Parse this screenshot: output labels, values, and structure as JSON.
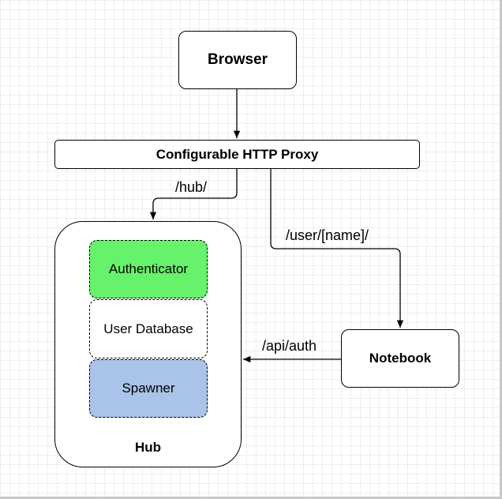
{
  "nodes": {
    "browser": "Browser",
    "proxy": "Configurable HTTP Proxy",
    "hub": "Hub",
    "authenticator": "Authenticator",
    "user_database": "User Database",
    "spawner": "Spawner",
    "notebook": "Notebook"
  },
  "edges": {
    "proxy_to_hub": "/hub/",
    "proxy_to_notebook": "/user/[name]/",
    "notebook_to_hub": "/api/auth"
  },
  "colors": {
    "authenticator_fill": "#66f26a",
    "spawner_fill": "#a9c4e8"
  }
}
